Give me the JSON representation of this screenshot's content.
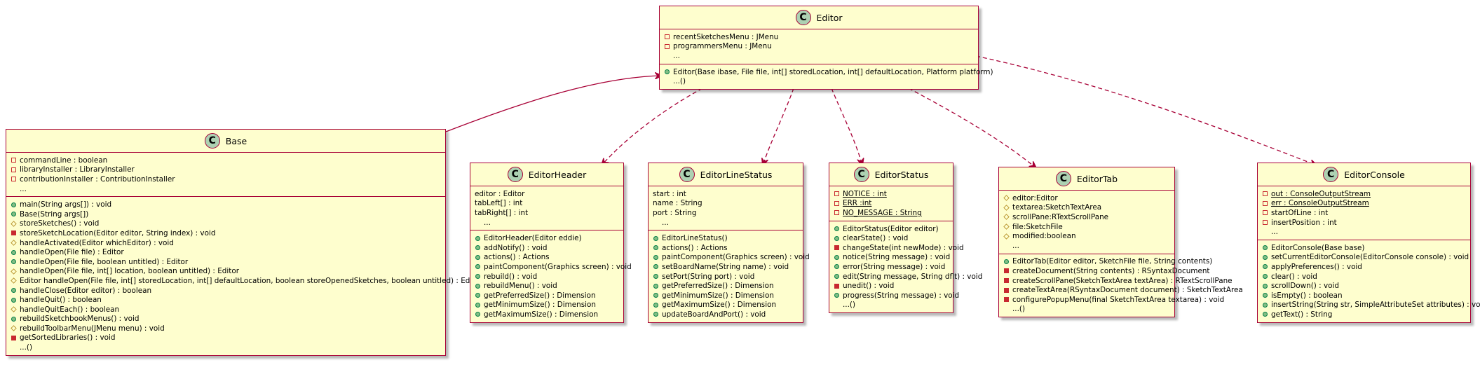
{
  "colors": {
    "class_fill": "#FEFECE",
    "border": "#A80036",
    "badge_fill": "#ADD1B2",
    "arrow": "#A80036"
  },
  "classes": [
    {
      "id": "editor",
      "badge": "C",
      "name": "Editor",
      "sections": [
        [
          {
            "vis": "private-open",
            "text": "recentSketchesMenu : JMenu"
          },
          {
            "vis": "private-open",
            "text": "programmersMenu : JMenu"
          },
          {
            "vis": "none",
            "text": "..."
          }
        ],
        [
          {
            "vis": "public",
            "text": "Editor(Base ibase, File file, int[] storedLocation, int[] defaultLocation, Platform platform)"
          },
          {
            "vis": "none",
            "text": "...()"
          }
        ]
      ]
    },
    {
      "id": "base",
      "badge": "C",
      "name": "Base",
      "sections": [
        [
          {
            "vis": "private-open",
            "text": "commandLine : boolean"
          },
          {
            "vis": "private-open",
            "text": "libraryInstaller : LibraryInstaller"
          },
          {
            "vis": "private-open",
            "text": "contributionInstaller : ContributionInstaller"
          },
          {
            "vis": "none",
            "text": "..."
          }
        ],
        [
          {
            "vis": "public",
            "text": "main(String args[]) : void"
          },
          {
            "vis": "public",
            "text": "Base(String args[])"
          },
          {
            "vis": "protected",
            "text": "storeSketches() : void"
          },
          {
            "vis": "private",
            "text": "storeSketchLocation(Editor editor, String index) : void"
          },
          {
            "vis": "protected",
            "text": "handleActivated(Editor whichEditor) : void"
          },
          {
            "vis": "public",
            "text": "handleOpen(File file) : Editor"
          },
          {
            "vis": "public",
            "text": "handleOpen(File file, boolean untitled) : Editor"
          },
          {
            "vis": "protected",
            "text": "handleOpen(File file, int[] location, boolean untitled) : Editor"
          },
          {
            "vis": "protected",
            "text": "Editor handleOpen(File file, int[] storedLocation, int[] defaultLocation, boolean storeOpenedSketches, boolean untitled) : Editor"
          },
          {
            "vis": "public",
            "text": "handleClose(Editor editor) : boolean"
          },
          {
            "vis": "public",
            "text": "handleQuit() : boolean"
          },
          {
            "vis": "protected",
            "text": "handleQuitEach() : boolean"
          },
          {
            "vis": "public",
            "text": "rebuildSketchbookMenus() : void"
          },
          {
            "vis": "protected",
            "text": "rebuildToolbarMenu(JMenu menu) : void"
          },
          {
            "vis": "private",
            "text": "getSortedLibraries() : void"
          },
          {
            "vis": "none",
            "text": "...()"
          }
        ]
      ]
    },
    {
      "id": "editorheader",
      "badge": "C",
      "name": "EditorHeader",
      "sections": [
        [
          {
            "vis": "none",
            "text": "editor : Editor"
          },
          {
            "vis": "none",
            "text": "tabLeft[] : int"
          },
          {
            "vis": "none",
            "text": "tabRight[] : int"
          },
          {
            "vis": "none",
            "text": "..."
          }
        ],
        [
          {
            "vis": "public",
            "text": "EditorHeader(Editor eddie)"
          },
          {
            "vis": "public",
            "text": "addNotify() : void"
          },
          {
            "vis": "public",
            "text": "actions() : Actions"
          },
          {
            "vis": "public",
            "text": "paintComponent(Graphics screen) : void"
          },
          {
            "vis": "public",
            "text": "rebuild() : void"
          },
          {
            "vis": "public",
            "text": "rebuildMenu() : void"
          },
          {
            "vis": "public",
            "text": "getPreferredSize() : Dimension"
          },
          {
            "vis": "public",
            "text": "getMinimumSize() : Dimension"
          },
          {
            "vis": "public",
            "text": "getMaximumSize() : Dimension"
          }
        ]
      ]
    },
    {
      "id": "editorlinestatus",
      "badge": "C",
      "name": "EditorLineStatus",
      "sections": [
        [
          {
            "vis": "none",
            "text": "start : int"
          },
          {
            "vis": "none",
            "text": "name : String"
          },
          {
            "vis": "none",
            "text": "port : String"
          },
          {
            "vis": "none",
            "text": "..."
          }
        ],
        [
          {
            "vis": "public",
            "text": "EditorLineStatus()"
          },
          {
            "vis": "public",
            "text": "actions() : Actions"
          },
          {
            "vis": "public",
            "text": "paintComponent(Graphics screen) : void"
          },
          {
            "vis": "public",
            "text": "setBoardName(String name) : void"
          },
          {
            "vis": "public",
            "text": "setPort(String port) : void"
          },
          {
            "vis": "public",
            "text": "getPreferredSize() : Dimension"
          },
          {
            "vis": "public",
            "text": "getMinimumSize() : Dimension"
          },
          {
            "vis": "public",
            "text": "getMaximumSize() : Dimension"
          },
          {
            "vis": "public",
            "text": "updateBoardAndPort() : void"
          }
        ]
      ]
    },
    {
      "id": "editorstatus",
      "badge": "C",
      "name": "EditorStatus",
      "sections": [
        [
          {
            "vis": "private-open",
            "text": "NOTICE : int",
            "underline": true
          },
          {
            "vis": "private-open",
            "text": "ERR :int",
            "underline": true
          },
          {
            "vis": "private-open",
            "text": "NO_MESSAGE : String",
            "underline": true
          }
        ],
        [
          {
            "vis": "public",
            "text": "EditorStatus(Editor editor)"
          },
          {
            "vis": "public",
            "text": "clearState() : void"
          },
          {
            "vis": "private",
            "text": "changeState(int newMode) : void"
          },
          {
            "vis": "public",
            "text": "notice(String message) : void"
          },
          {
            "vis": "public",
            "text": "error(String message) : void"
          },
          {
            "vis": "public",
            "text": "edit(String message, String dflt) : void"
          },
          {
            "vis": "private",
            "text": "unedit() : void"
          },
          {
            "vis": "public",
            "text": "progress(String message) : void"
          },
          {
            "vis": "none",
            "text": "...()"
          }
        ]
      ]
    },
    {
      "id": "editortab",
      "badge": "C",
      "name": "EditorTab",
      "sections": [
        [
          {
            "vis": "protected",
            "text": "editor:Editor"
          },
          {
            "vis": "protected",
            "text": "textarea:SketchTextArea"
          },
          {
            "vis": "protected",
            "text": "scrollPane:RTextScrollPane"
          },
          {
            "vis": "protected",
            "text": "file:SketchFile"
          },
          {
            "vis": "protected",
            "text": "modified:boolean"
          },
          {
            "vis": "none",
            "text": "..."
          }
        ],
        [
          {
            "vis": "public",
            "text": "EditorTab(Editor editor, SketchFile file, String contents)"
          },
          {
            "vis": "private",
            "text": "createDocument(String contents) : RSyntaxDocument"
          },
          {
            "vis": "private",
            "text": "createScrollPane(SketchTextArea textArea) : RTextScrollPane"
          },
          {
            "vis": "private",
            "text": "createTextArea(RSyntaxDocument document) : SketchTextArea"
          },
          {
            "vis": "private",
            "text": "configurePopupMenu(final SketchTextArea textarea) : void"
          },
          {
            "vis": "none",
            "text": "...()"
          }
        ]
      ]
    },
    {
      "id": "editorconsole",
      "badge": "C",
      "name": "EditorConsole",
      "sections": [
        [
          {
            "vis": "private-open",
            "text": "out : ConsoleOutputStream",
            "underline": true
          },
          {
            "vis": "private-open",
            "text": "err : ConsoleOutputStream",
            "underline": true
          },
          {
            "vis": "private-open",
            "text": "startOfLine : int"
          },
          {
            "vis": "private-open",
            "text": "insertPosition : int"
          },
          {
            "vis": "none",
            "text": "..."
          }
        ],
        [
          {
            "vis": "public",
            "text": "EditorConsole(Base base)"
          },
          {
            "vis": "public",
            "text": "setCurrentEditorConsole(EditorConsole console) : void"
          },
          {
            "vis": "public",
            "text": "applyPreferences() : void"
          },
          {
            "vis": "public",
            "text": "clear() : void"
          },
          {
            "vis": "public",
            "text": "scrollDown() : void"
          },
          {
            "vis": "public",
            "text": "isEmpty() : boolean"
          },
          {
            "vis": "public",
            "text": "insertString(String str, SimpleAttributeSet attributes) : void"
          },
          {
            "vis": "public",
            "text": "getText() : String"
          }
        ]
      ]
    }
  ]
}
